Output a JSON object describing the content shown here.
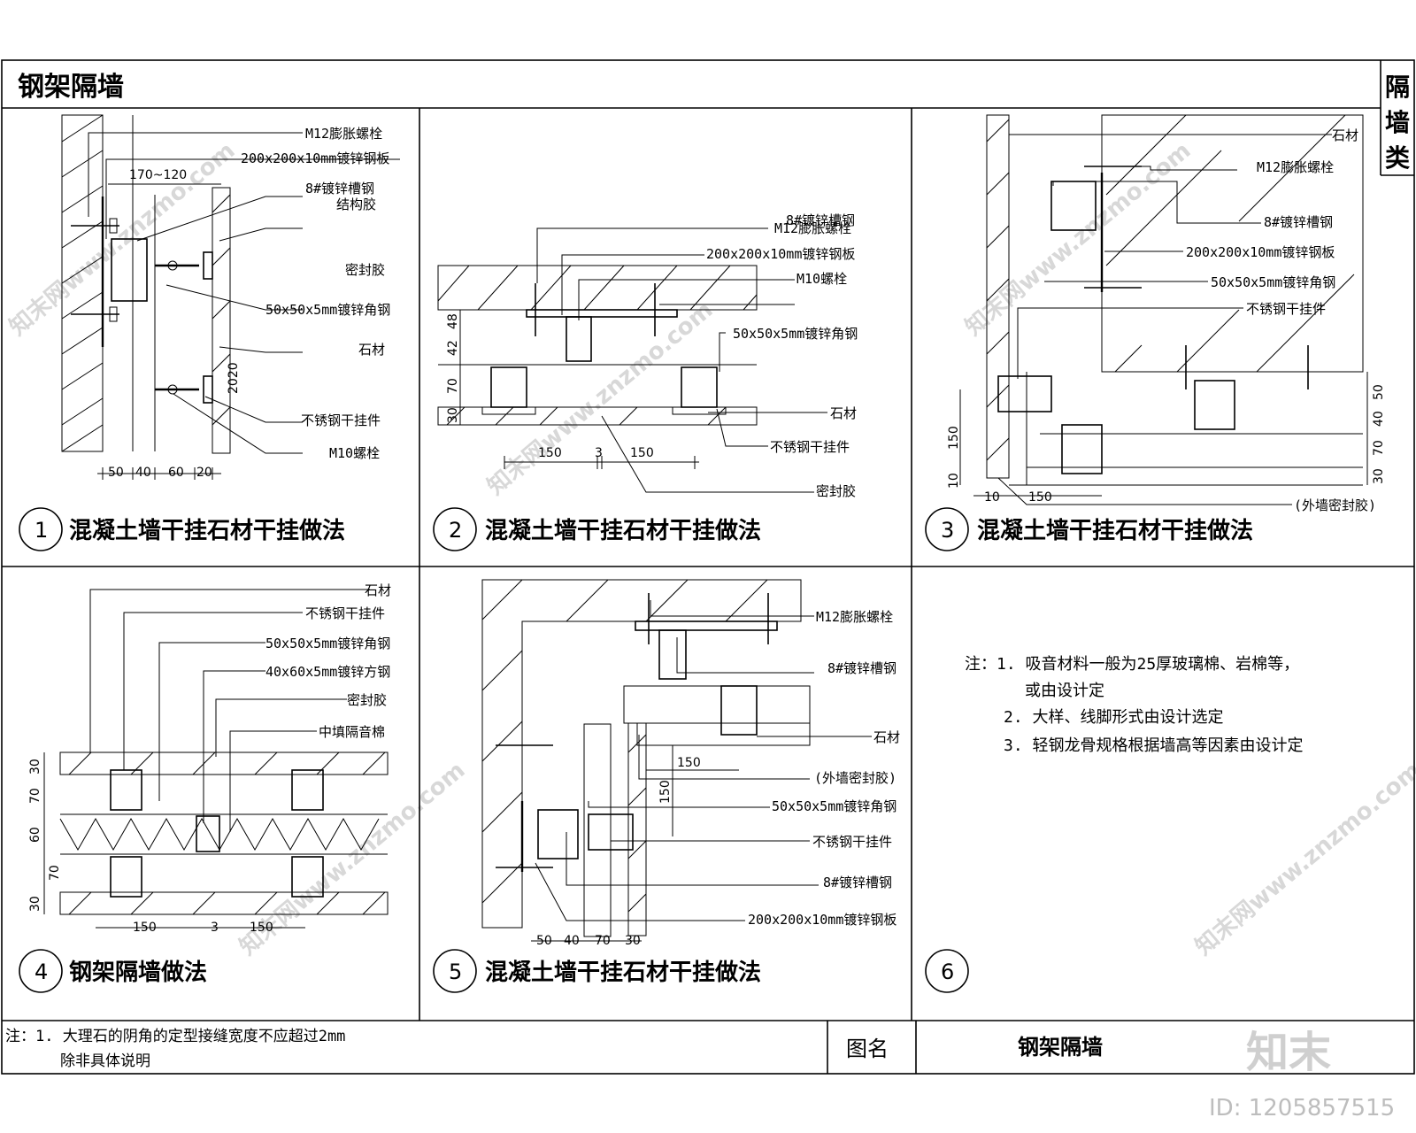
{
  "header": {
    "title": "钢架隔墙",
    "category": "隔墙类"
  },
  "panels": [
    {
      "number": "1",
      "title": "混凝土墙干挂石材干挂做法",
      "labels": [
        "M12膨胀螺栓",
        "200x200x10mm镀锌钢板",
        "8#镀锌槽钢",
        "结构胶",
        "密封胶",
        "50x50x5mm镀锌角钢",
        "石材",
        "不锈钢干挂件",
        "M10螺栓"
      ],
      "dims": [
        "170~120",
        "50",
        "40",
        "60",
        "20",
        "2020"
      ]
    },
    {
      "number": "2",
      "title": "混凝土墙干挂石材干挂做法",
      "labels": [
        "M12膨胀螺栓",
        "200x200x10mm镀锌钢板",
        "8#镀锌槽钢",
        "M10螺栓",
        "50x50x5mm镀锌角钢",
        "石材",
        "不锈钢干挂件",
        "密封胶"
      ],
      "dims": [
        "48",
        "42",
        "70",
        "30",
        "150",
        "3",
        "150"
      ]
    },
    {
      "number": "3",
      "title": "混凝土墙干挂石材干挂做法",
      "labels": [
        "石材",
        "M12膨胀螺栓",
        "8#镀锌槽钢",
        "200x200x10mm镀锌钢板",
        "50x50x5mm镀锌角钢",
        "不锈钢干挂件",
        "(外墙密封胶)"
      ],
      "dims": [
        "50",
        "40",
        "70",
        "30",
        "150",
        "10",
        "10",
        "150"
      ]
    },
    {
      "number": "4",
      "title": "钢架隔墙做法",
      "labels": [
        "石材",
        "不锈钢干挂件",
        "50x50x5mm镀锌角钢",
        "40x60x5mm镀锌方钢",
        "密封胶",
        "中填隔音棉"
      ],
      "dims": [
        "30",
        "70",
        "60",
        "70",
        "30",
        "150",
        "3",
        "150"
      ]
    },
    {
      "number": "5",
      "title": "混凝土墙干挂石材干挂做法",
      "labels": [
        "M12膨胀螺栓",
        "8#镀锌槽钢",
        "石材",
        "(外墙密封胶)",
        "50x50x5mm镀锌角钢",
        "不锈钢干挂件",
        "8#镀锌槽钢",
        "200x200x10mm镀锌钢板"
      ],
      "dims": [
        "150",
        "150",
        "50",
        "40",
        "70",
        "30"
      ]
    },
    {
      "number": "6",
      "notes": [
        "注：1. 吸音材料一般为25厚玻璃棉、岩棉等，",
        "或由设计定",
        "2. 大样、线脚形式由设计选定",
        "3. 轻钢龙骨规格根据墙高等因素由设计定"
      ]
    }
  ],
  "footer": {
    "notes": [
      "注：1. 大理石的阴角的定型接缝宽度不应超过2mm",
      "除非具体说明"
    ],
    "drawing_name_label": "图名",
    "drawing_name": "钢架隔墙"
  },
  "watermark": {
    "logo": "知末",
    "id": "ID: 1205857515",
    "text": "知末网www.znzmo.com"
  }
}
